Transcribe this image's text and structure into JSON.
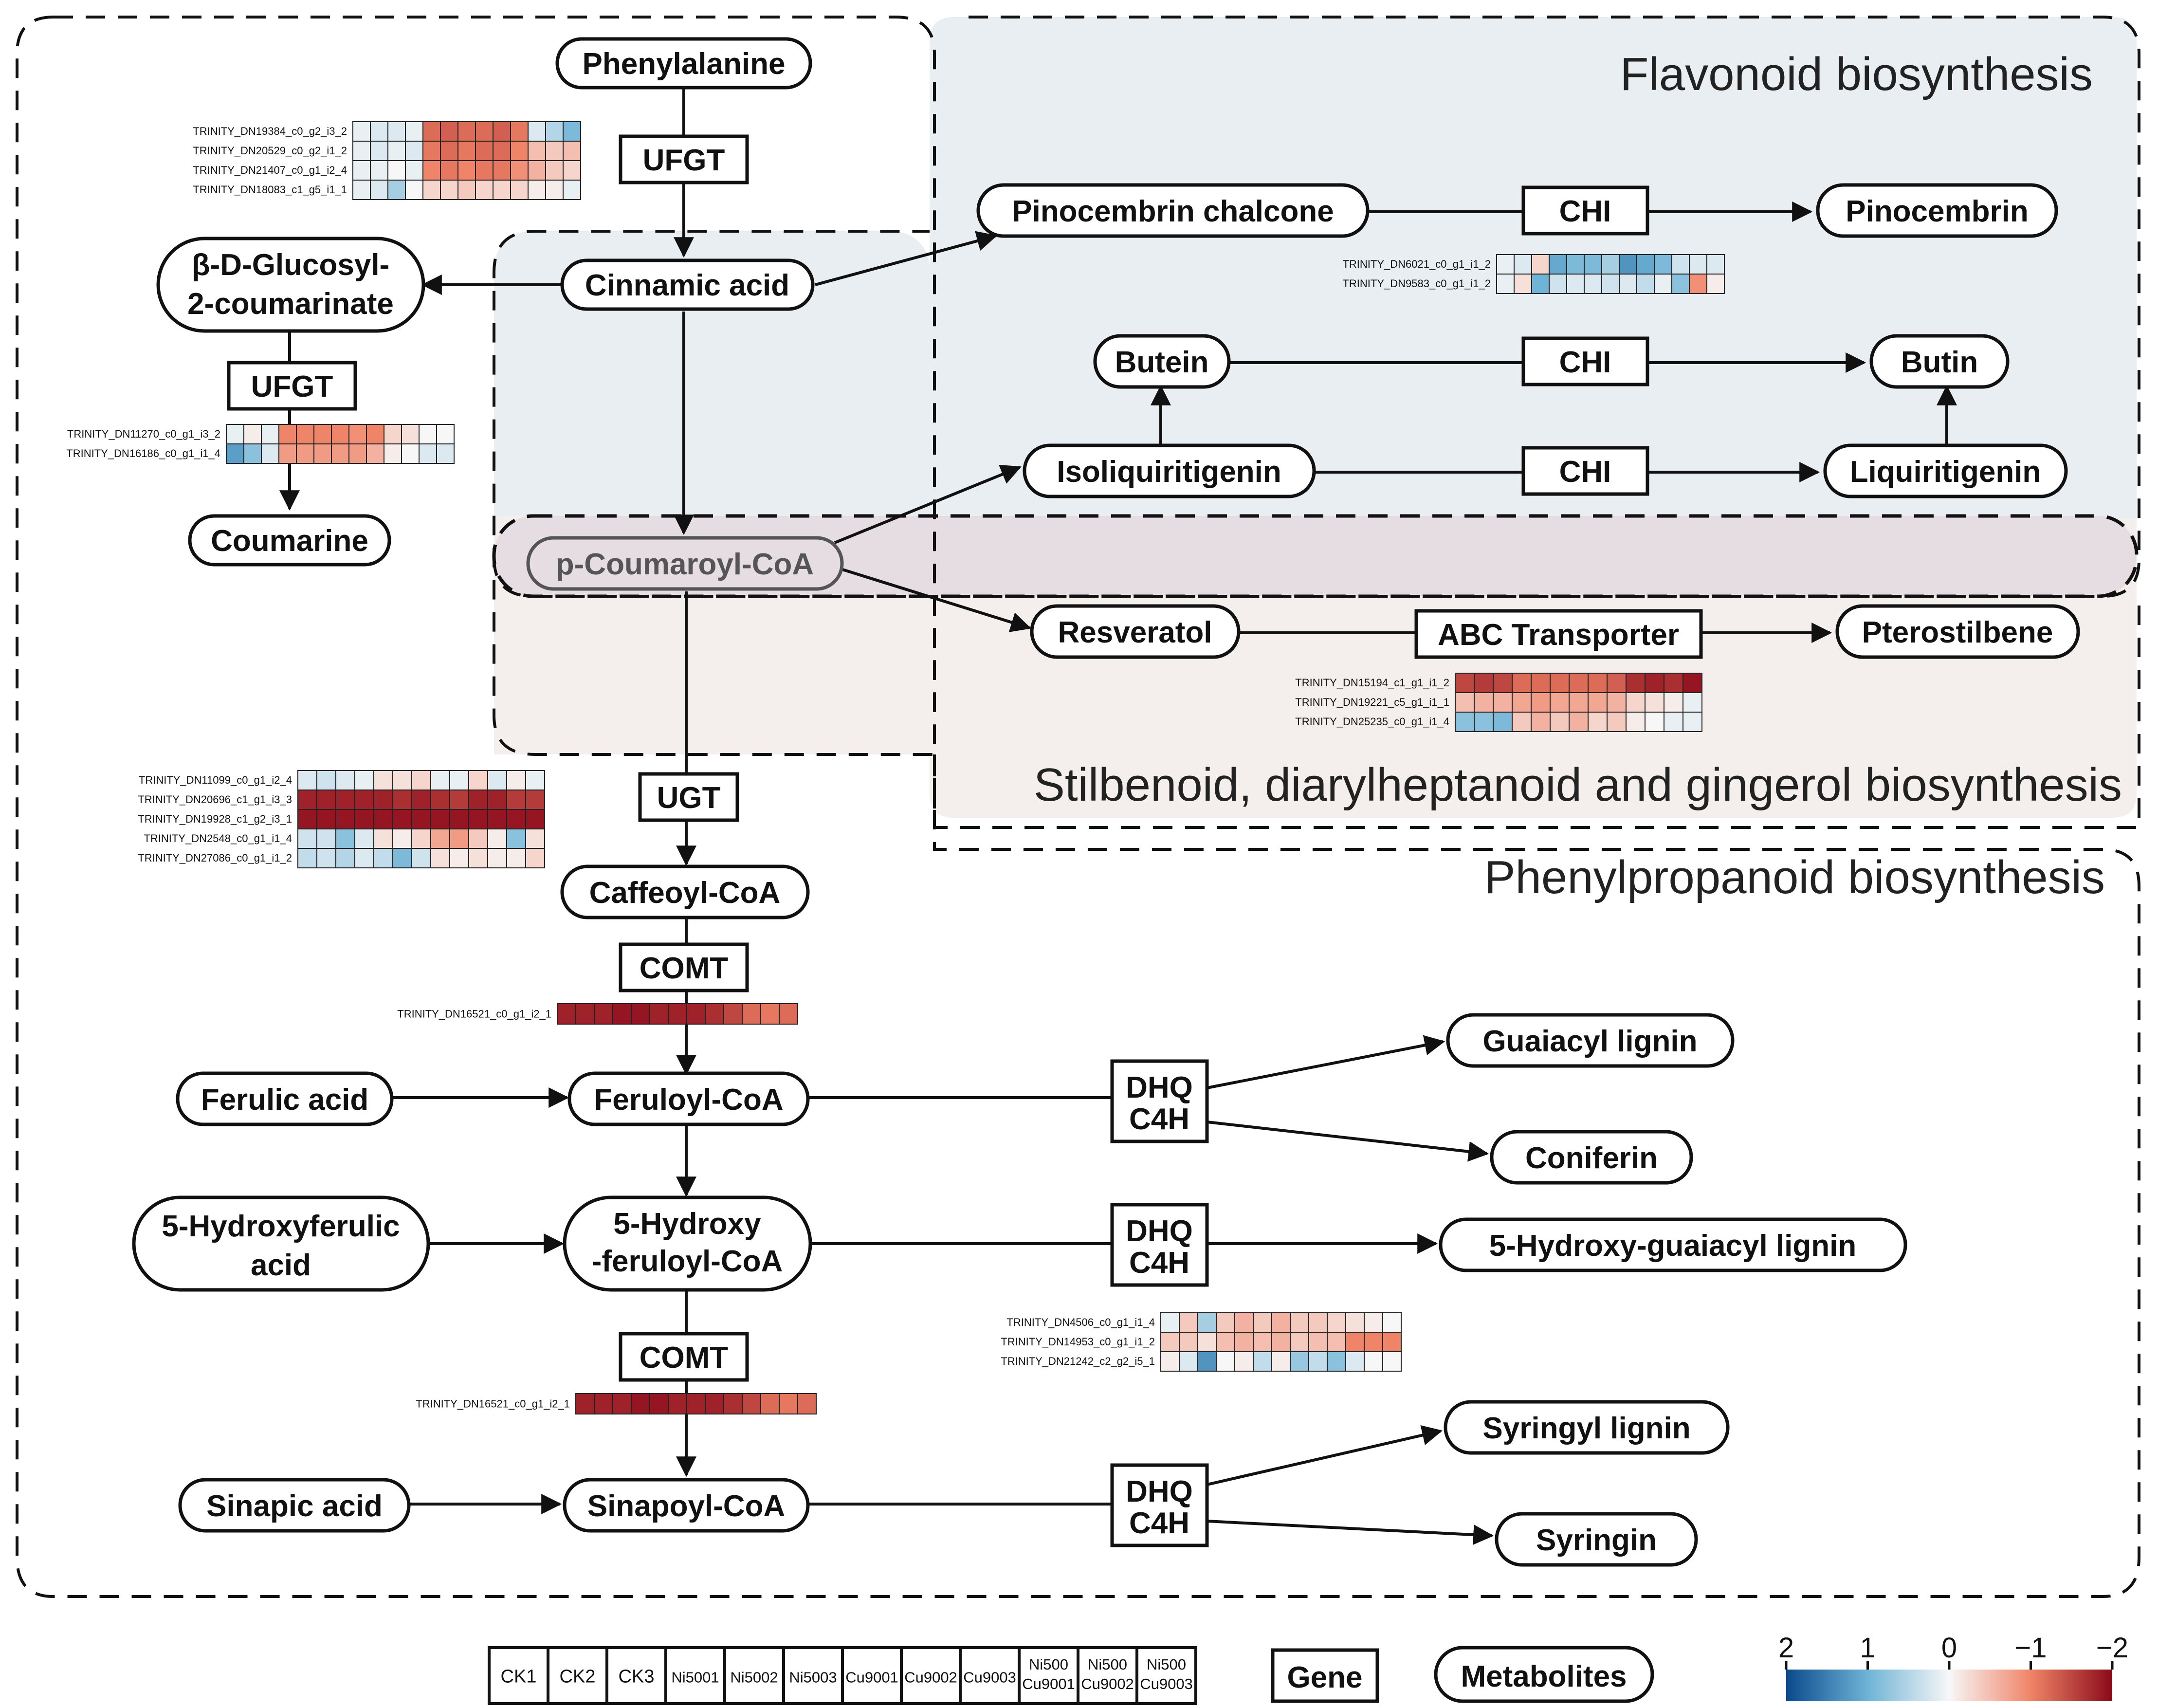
{
  "regions": {
    "flavonoid": {
      "title": "Flavonoid biosynthesis"
    },
    "stilbenoid": {
      "title": "Stilbenoid, diarylheptanoid and gingerol biosynthesis"
    },
    "phenylpropanoid": {
      "title": "Phenylpropanoid biosynthesis"
    }
  },
  "metabolites": {
    "phenylalanine": "Phenylalanine",
    "cinnamic_acid": "Cinnamic acid",
    "glucosyl_line1": "β-D-Glucosyl-",
    "glucosyl_line2": "2-coumarinate",
    "coumarine": "Coumarine",
    "p_coumaroyl_coa": "p-Coumaroyl-CoA",
    "pinocembrin_chalcone": "Pinocembrin chalcone",
    "pinocembrin": "Pinocembrin",
    "butein": "Butein",
    "butin": "Butin",
    "isoliquiritigenin": "Isoliquiritigenin",
    "liquiritigenin": "Liquiritigenin",
    "resveratol": "Resveratol",
    "pterostilbene": "Pterostilbene",
    "caffeoyl_coa": "Caffeoyl-CoA",
    "ferulic_acid": "Ferulic acid",
    "feruloyl_coa": "Feruloyl-CoA",
    "hydroxyferulic_line1": "5-Hydroxyferulic",
    "hydroxyferulic_line2": "acid",
    "hydroxyferuloyl_line1": "5-Hydroxy",
    "hydroxyferuloyl_line2": "-feruloyl-CoA",
    "sinapic_acid": "Sinapic acid",
    "sinapoyl_coa": "Sinapoyl-CoA",
    "guaiacyl_lignin": "Guaiacyl lignin",
    "coniferin": "Coniferin",
    "hydroxy_guaiacyl_lignin": "5-Hydroxy-guaiacyl lignin",
    "syringyl_lignin": "Syringyl lignin",
    "syringin": "Syringin"
  },
  "genes": {
    "ufgt1": "UFGT",
    "ufgt2": "UFGT",
    "chi1": "CHI",
    "chi2": "CHI",
    "chi3": "CHI",
    "abc": "ABC Transporter",
    "ugt": "UGT",
    "comt1": "COMT",
    "comt2": "COMT",
    "dhq1_line1": "DHQ",
    "dhq1_line2": "C4H",
    "dhq2_line1": "DHQ",
    "dhq2_line2": "C4H",
    "dhq3_line1": "DHQ",
    "dhq3_line2": "C4H"
  },
  "heatmaps": {
    "ufgt_top": {
      "rows": [
        {
          "id": "TRINITY_DN19384_c0_g2_i3_2",
          "values": [
            0.1,
            0.2,
            0.2,
            0.1,
            -1.2,
            -1.3,
            -1.2,
            -1.2,
            -1.3,
            -1.1,
            0.2,
            0.5,
            0.9
          ]
        },
        {
          "id": "TRINITY_DN20529_c0_g2_i1_2",
          "values": [
            0.1,
            0.2,
            0.1,
            0.2,
            -1.1,
            -1.2,
            -1.1,
            -1.2,
            -1.2,
            -1.0,
            -0.5,
            -0.4,
            -0.5
          ]
        },
        {
          "id": "TRINITY_DN21407_c0_g1_i2_4",
          "values": [
            0.1,
            0.1,
            0.0,
            0.1,
            -1.0,
            -1.1,
            -1.0,
            -1.1,
            -1.1,
            -0.9,
            -0.6,
            -0.4,
            -0.3
          ]
        },
        {
          "id": "TRINITY_DN18083_c1_g5_i1_1",
          "values": [
            0.1,
            0.2,
            0.6,
            0.0,
            -0.3,
            -0.3,
            -0.4,
            -0.3,
            -0.3,
            -0.3,
            -0.1,
            -0.1,
            0.1
          ]
        }
      ]
    },
    "ufgt_mid": {
      "rows": [
        {
          "id": "TRINITY_DN11270_c0_g1_i3_2",
          "values": [
            0.1,
            -0.1,
            0.1,
            -1.0,
            -1.0,
            -1.0,
            -1.0,
            -0.9,
            -1.0,
            -0.3,
            -0.2,
            0.0,
            0.0
          ]
        },
        {
          "id": "TRINITY_DN16186_c0_g1_i1_4",
          "values": [
            1.2,
            0.8,
            0.2,
            -0.8,
            -0.8,
            -0.8,
            -0.8,
            -0.8,
            -0.6,
            -0.1,
            0.0,
            0.2,
            0.2
          ]
        }
      ]
    },
    "chi_top": {
      "rows": [
        {
          "id": "TRINITY_DN6021_c0_g1_i1_2",
          "values": [
            0.1,
            0.2,
            -0.3,
            1.1,
            0.9,
            0.9,
            0.6,
            1.3,
            1.1,
            0.9,
            0.3,
            0.2,
            0.2
          ]
        },
        {
          "id": "TRINITY_DN9583_c0_g1_i1_2",
          "values": [
            0.1,
            -0.2,
            1.0,
            0.3,
            0.2,
            0.2,
            0.3,
            0.2,
            0.4,
            0.1,
            0.8,
            -0.9,
            -0.1
          ]
        }
      ]
    },
    "abc": {
      "rows": [
        {
          "id": "TRINITY_DN15194_c1_g1_i1_2",
          "values": [
            -1.5,
            -1.6,
            -1.5,
            -1.2,
            -1.2,
            -1.2,
            -1.2,
            -1.2,
            -1.3,
            -1.7,
            -1.8,
            -1.7,
            -1.9
          ]
        },
        {
          "id": "TRINITY_DN19221_c5_g1_i1_1",
          "values": [
            -0.5,
            -0.6,
            -0.6,
            -0.7,
            -0.8,
            -0.7,
            -0.7,
            -0.7,
            -0.6,
            -0.3,
            -0.2,
            -0.1,
            0.1
          ]
        },
        {
          "id": "TRINITY_DN25235_c0_g1_i1_4",
          "values": [
            0.8,
            0.8,
            0.9,
            -0.4,
            -0.6,
            -0.4,
            -0.6,
            -0.3,
            -0.4,
            -0.1,
            0.0,
            0.1,
            0.1
          ]
        }
      ]
    },
    "ugt": {
      "rows": [
        {
          "id": "TRINITY_DN11099_c0_g1_i2_4",
          "values": [
            0.2,
            0.3,
            0.2,
            0.1,
            -0.2,
            -0.2,
            -0.3,
            0.1,
            0.1,
            -0.3,
            0.2,
            -0.1,
            0.1
          ]
        },
        {
          "id": "TRINITY_DN20696_c1_g1_i3_3",
          "values": [
            -1.8,
            -1.8,
            -1.8,
            -1.8,
            -1.8,
            -1.7,
            -1.8,
            -1.7,
            -1.6,
            -1.8,
            -1.8,
            -1.6,
            -1.6
          ]
        },
        {
          "id": "TRINITY_DN19928_c1_g2_i3_1",
          "values": [
            -1.9,
            -1.9,
            -1.9,
            -1.9,
            -1.9,
            -1.9,
            -1.9,
            -1.9,
            -1.9,
            -1.9,
            -1.9,
            -1.9,
            -1.9
          ]
        },
        {
          "id": "TRINITY_DN2548_c0_g1_i1_4",
          "values": [
            0.3,
            0.3,
            0.8,
            0.2,
            -0.2,
            -0.1,
            -0.3,
            -0.7,
            -0.8,
            -0.4,
            -0.1,
            0.8,
            -0.2
          ]
        },
        {
          "id": "TRINITY_DN27086_c0_g1_i1_2",
          "values": [
            0.4,
            0.3,
            0.5,
            0.2,
            0.4,
            0.9,
            0.3,
            -0.2,
            -0.1,
            -0.2,
            -0.1,
            -0.1,
            -0.3
          ]
        }
      ]
    },
    "comt1": {
      "rows": [
        {
          "id": "TRINITY_DN16521_c0_g1_i2_1",
          "values": [
            -1.8,
            -1.8,
            -1.8,
            -1.9,
            -1.9,
            -1.8,
            -1.8,
            -1.8,
            -1.7,
            -1.5,
            -1.2,
            -1.1,
            -1.2
          ]
        }
      ]
    },
    "comt2": {
      "rows": [
        {
          "id": "TRINITY_DN16521_c0_g1_i2_1",
          "values": [
            -1.8,
            -1.8,
            -1.8,
            -1.9,
            -1.9,
            -1.8,
            -1.8,
            -1.8,
            -1.7,
            -1.5,
            -1.2,
            -1.1,
            -1.2
          ]
        }
      ]
    },
    "dhq": {
      "rows": [
        {
          "id": "TRINITY_DN4506_c0_g1_i1_4",
          "values": [
            0.1,
            -0.4,
            0.6,
            -0.4,
            -0.6,
            -0.4,
            -0.6,
            -0.4,
            -0.4,
            -0.3,
            -0.2,
            -0.1,
            0.0
          ]
        },
        {
          "id": "TRINITY_DN14953_c0_g1_i1_2",
          "values": [
            -0.4,
            -0.4,
            -0.2,
            -0.5,
            -0.6,
            -0.5,
            -0.6,
            -0.4,
            -0.5,
            -0.5,
            -1.0,
            -1.0,
            -1.0
          ]
        },
        {
          "id": "TRINITY_DN21242_c2_g2_i5_1",
          "values": [
            -0.1,
            0.2,
            1.3,
            0.0,
            -0.1,
            0.4,
            -0.1,
            0.7,
            0.4,
            0.8,
            0.2,
            0.0,
            0.0
          ]
        }
      ]
    }
  },
  "legend": {
    "samples": [
      "CK1",
      "CK2",
      "CK3",
      "Ni5001",
      "Ni5002",
      "Ni5003",
      "Cu9001",
      "Cu9002",
      "Cu9003",
      {
        "line1": "Ni500",
        "line2": "Cu9001"
      },
      {
        "line1": "Ni500",
        "line2": "Cu9002"
      },
      {
        "line1": "Ni500",
        "line2": "Cu9003"
      }
    ],
    "gene_label": "Gene",
    "metabolites_label": "Metabolites",
    "colorbar": {
      "ticks": [
        {
          "value": 2,
          "label": "2"
        },
        {
          "value": 1,
          "label": "1"
        },
        {
          "value": 0,
          "label": "0"
        },
        {
          "value": -1,
          "label": "−1"
        },
        {
          "value": -2,
          "label": "−2"
        }
      ],
      "color_high": "#0a5aa0",
      "color_mid": "#f7f7f7",
      "color_low": "#8b0a1a"
    }
  }
}
